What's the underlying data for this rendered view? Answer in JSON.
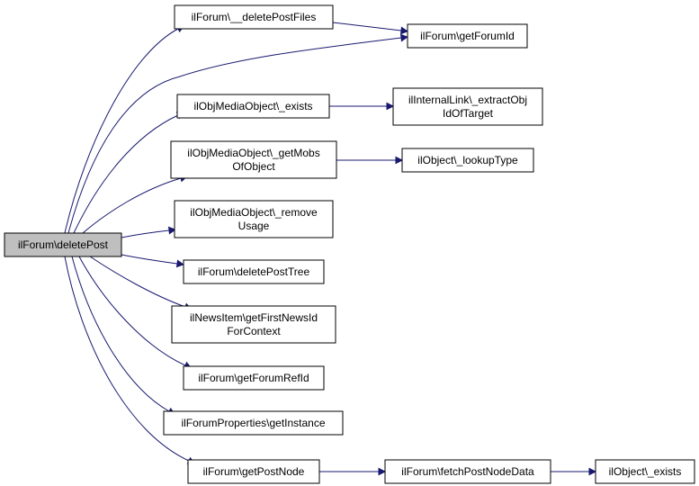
{
  "graph": {
    "edge_color": "#191970",
    "root_fill": "#bfbfbf",
    "nodes": [
      {
        "id": "deletePost",
        "lines": [
          "ilForum\\deletePost"
        ],
        "root": true
      },
      {
        "id": "deletePostFiles",
        "lines": [
          "ilForum\\__deletePostFiles"
        ]
      },
      {
        "id": "getForumId",
        "lines": [
          "ilForum\\getForumId"
        ]
      },
      {
        "id": "mediaExists",
        "lines": [
          "ilObjMediaObject\\_exists"
        ]
      },
      {
        "id": "extractObjId",
        "lines": [
          "ilInternalLink\\_extractObj",
          "IdOfTarget"
        ]
      },
      {
        "id": "getMobsOfObject",
        "lines": [
          "ilObjMediaObject\\_getMobs",
          "OfObject"
        ]
      },
      {
        "id": "lookupType",
        "lines": [
          "ilObject\\_lookupType"
        ]
      },
      {
        "id": "removeUsage",
        "lines": [
          "ilObjMediaObject\\_remove",
          "Usage"
        ]
      },
      {
        "id": "deletePostTree",
        "lines": [
          "ilForum\\deletePostTree"
        ]
      },
      {
        "id": "getFirstNewsId",
        "lines": [
          "ilNewsItem\\getFirstNewsId",
          "ForContext"
        ]
      },
      {
        "id": "getForumRefId",
        "lines": [
          "ilForum\\getForumRefId"
        ]
      },
      {
        "id": "getInstance",
        "lines": [
          "ilForumProperties\\getInstance"
        ]
      },
      {
        "id": "getPostNode",
        "lines": [
          "ilForum\\getPostNode"
        ]
      },
      {
        "id": "fetchPostNodeData",
        "lines": [
          "ilForum\\fetchPostNodeData"
        ]
      },
      {
        "id": "objectExists",
        "lines": [
          "ilObject\\_exists"
        ]
      }
    ],
    "edges": [
      [
        "deletePost",
        "deletePostFiles"
      ],
      [
        "deletePost",
        "getForumId"
      ],
      [
        "deletePostFiles",
        "getForumId"
      ],
      [
        "deletePost",
        "mediaExists"
      ],
      [
        "mediaExists",
        "extractObjId"
      ],
      [
        "deletePost",
        "getMobsOfObject"
      ],
      [
        "getMobsOfObject",
        "lookupType"
      ],
      [
        "deletePost",
        "removeUsage"
      ],
      [
        "deletePost",
        "deletePostTree"
      ],
      [
        "deletePost",
        "getFirstNewsId"
      ],
      [
        "deletePost",
        "getForumRefId"
      ],
      [
        "deletePost",
        "getInstance"
      ],
      [
        "deletePost",
        "getPostNode"
      ],
      [
        "getPostNode",
        "fetchPostNodeData"
      ],
      [
        "fetchPostNodeData",
        "objectExists"
      ]
    ]
  }
}
